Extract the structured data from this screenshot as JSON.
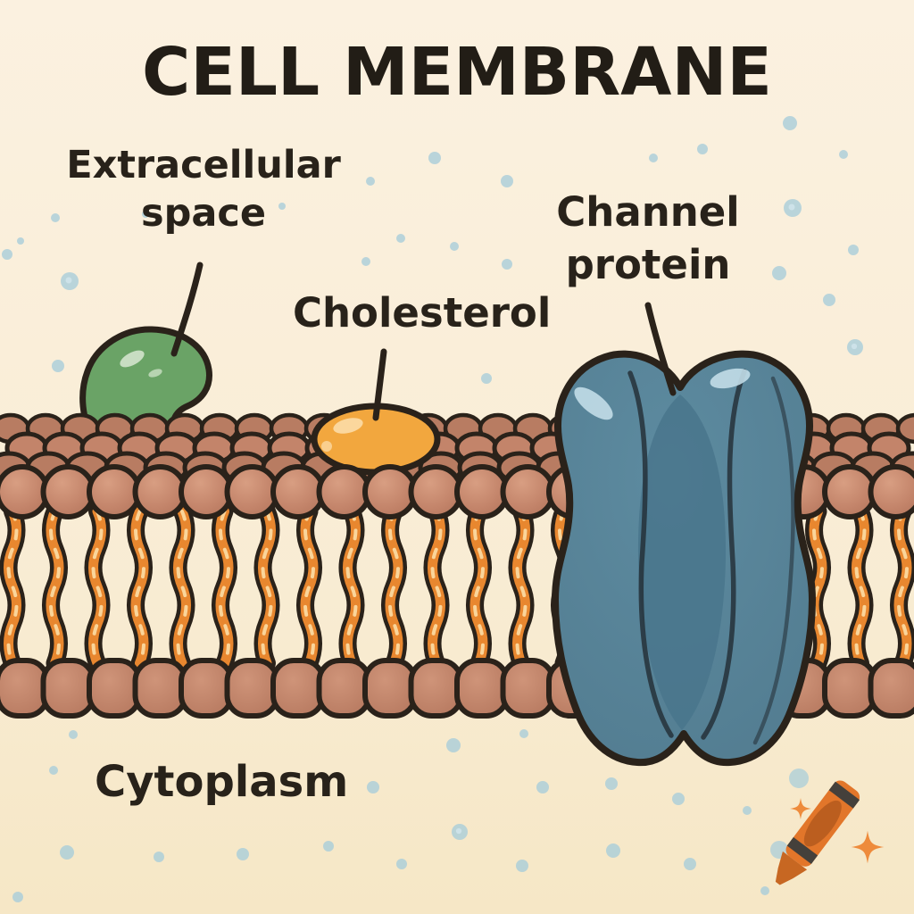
{
  "title": "CELL MEMBRANE",
  "labels": {
    "extracellular_space": "Extracellular space",
    "cholesterol": "Cholesterol",
    "channel_protein": "Channel protein",
    "cytoplasm": "Cytoplasm"
  },
  "diagram": {
    "type": "cell-membrane-illustration",
    "style": "hand-drawn cartoon",
    "parts": [
      {
        "name": "phospholipid-bilayer",
        "description": "two rows of lipid heads with wavy orange tails"
      },
      {
        "name": "surface-glycoprotein",
        "description": "green bean-shaped blob on outer membrane surface"
      },
      {
        "name": "cholesterol",
        "description": "orange oval embedded in outer lipid layer"
      },
      {
        "name": "channel-protein",
        "description": "blue hourglass protein spanning the membrane"
      },
      {
        "name": "extracellular-dots",
        "description": "scattered light-blue particles in extracellular space and cytoplasm"
      },
      {
        "name": "crayon-logo",
        "description": "orange crayon with sparkles, bottom-right watermark"
      }
    ]
  },
  "colors": {
    "background_top": "#fbf1e0",
    "background_bottom": "#f6e7c6",
    "outline": "#2a221a",
    "text": "#28221a",
    "dot": "#a9cdd9",
    "dot_light": "#cfe3ea",
    "head": "#c3846a",
    "head_back": "#b87c62",
    "tail": "#e8872f",
    "tail_streak": "#fbd9a0",
    "tail_gap": "#f6ead0",
    "green_protein": "#6aa366",
    "green_highlight": "#d8e8d2",
    "cholesterol": "#f2a73e",
    "cholesterol_highlight": "#fbd9a2",
    "channel_protein": "#578599",
    "channel_center": "#49768c",
    "channel_highlight": "#c2dde8",
    "crayon": "#e2762a",
    "crayon_dark": "#bb5e1f",
    "crayon_stripe": "#44403b",
    "sparkle": "#ee8b3c"
  }
}
